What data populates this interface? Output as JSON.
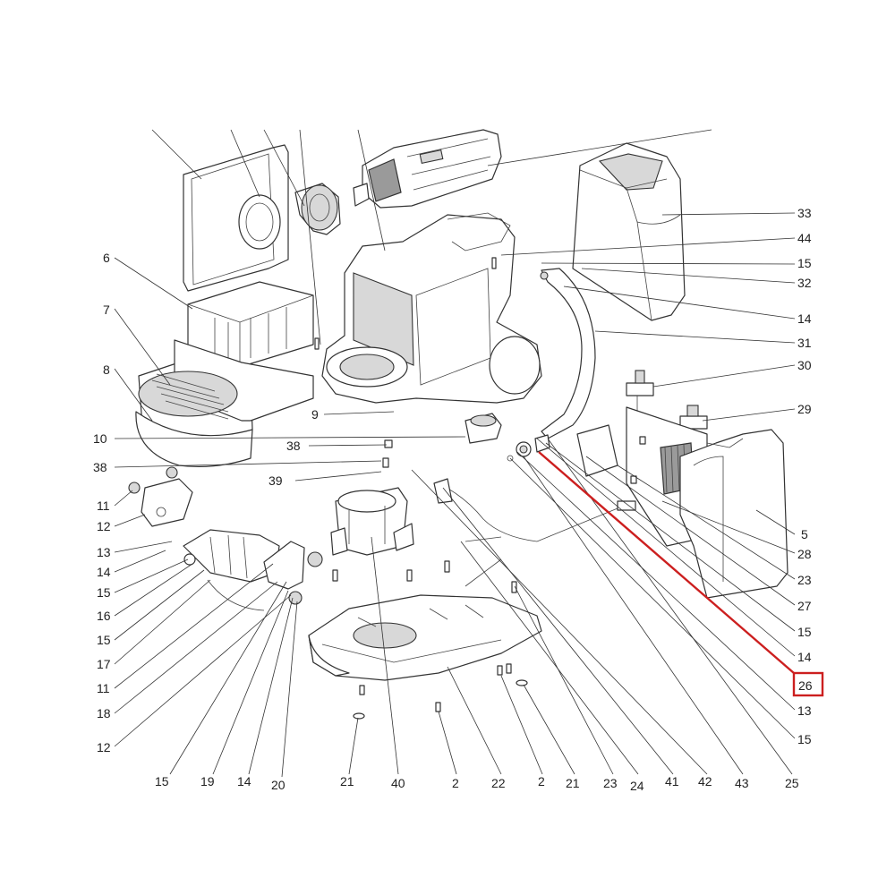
{
  "labels": {
    "l33": "33",
    "l44": "44",
    "l15a": "15",
    "l32": "32",
    "l14a": "14",
    "l31": "31",
    "l30": "30",
    "l29": "29",
    "l6": "6",
    "l7": "7",
    "l8": "8",
    "l9": "9",
    "l10": "10",
    "l38a": "38",
    "l38b": "38",
    "l39": "39",
    "l11a": "11",
    "l12a": "12",
    "l13a": "13",
    "l14b": "14",
    "l15b": "15",
    "l16": "16",
    "l15c": "15",
    "l17": "17",
    "l11b": "11",
    "l18": "18",
    "l12b": "12",
    "l5": "5",
    "l28": "28",
    "l23a": "23",
    "l27": "27",
    "l15d": "15",
    "l14c": "14",
    "l26": "26",
    "l13b": "13",
    "l15e": "15",
    "b15": "15",
    "b19": "19",
    "b14": "14",
    "b20": "20",
    "b21a": "21",
    "b40": "40",
    "b2a": "2",
    "b22": "22",
    "b2b": "2",
    "b21b": "21",
    "b23": "23",
    "b24": "24",
    "b41": "41",
    "b42": "42",
    "b43": "43",
    "b25": "25"
  },
  "highlight": {
    "part_number": "26",
    "color": "#cc1f1f"
  }
}
